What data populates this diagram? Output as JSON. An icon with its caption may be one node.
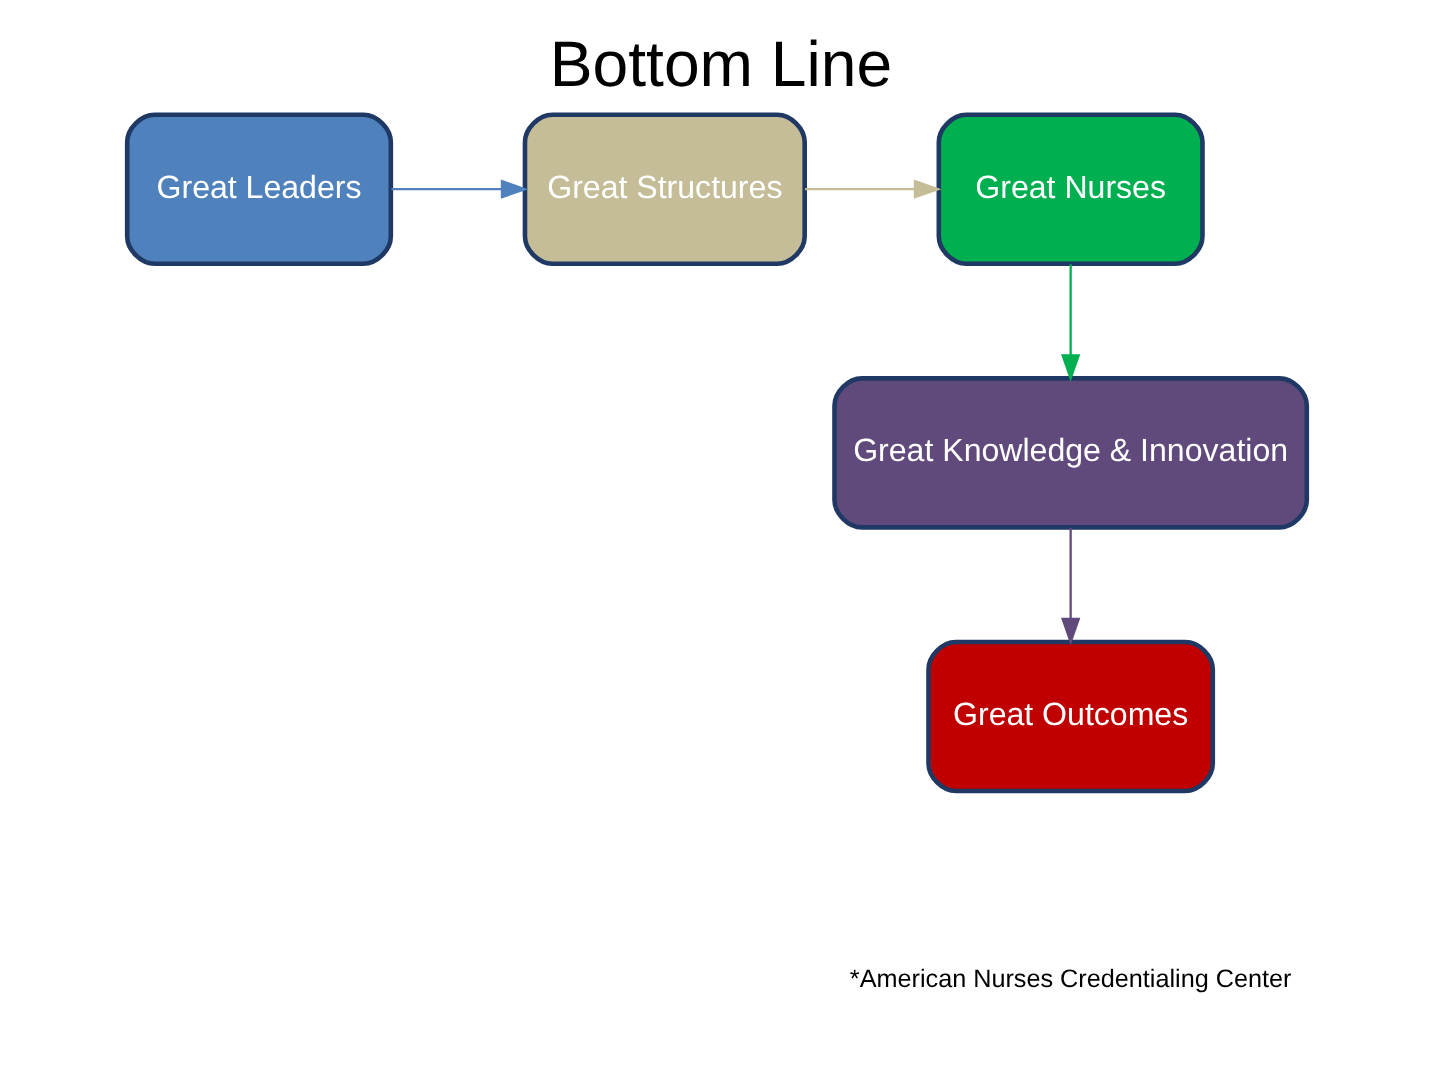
{
  "diagram": {
    "title": "Bottom Line",
    "nodes": [
      {
        "text": [
          "Great Leaders"
        ]
      },
      {
        "text": [
          "Great Structures"
        ]
      },
      {
        "text": [
          "Great Nurses"
        ]
      },
      {
        "text": [
          "Great Knowledge & Innovation"
        ]
      },
      {
        "text": [
          "Great Outcomes"
        ]
      }
    ],
    "edges": [
      {
        "from": 0,
        "to": 1,
        "arrow": "to",
        "color": "#4f81bd"
      },
      {
        "from": 1,
        "to": 2,
        "arrow": "to",
        "color": "#c4bd97"
      },
      {
        "from": 2,
        "to": 3,
        "arrow": "to",
        "color": "#00b050"
      },
      {
        "from": 3,
        "to": 4,
        "arrow": "to",
        "color": "#604a7b"
      }
    ],
    "labels": [
      "*American Nurses Credentialing Center"
    ]
  }
}
